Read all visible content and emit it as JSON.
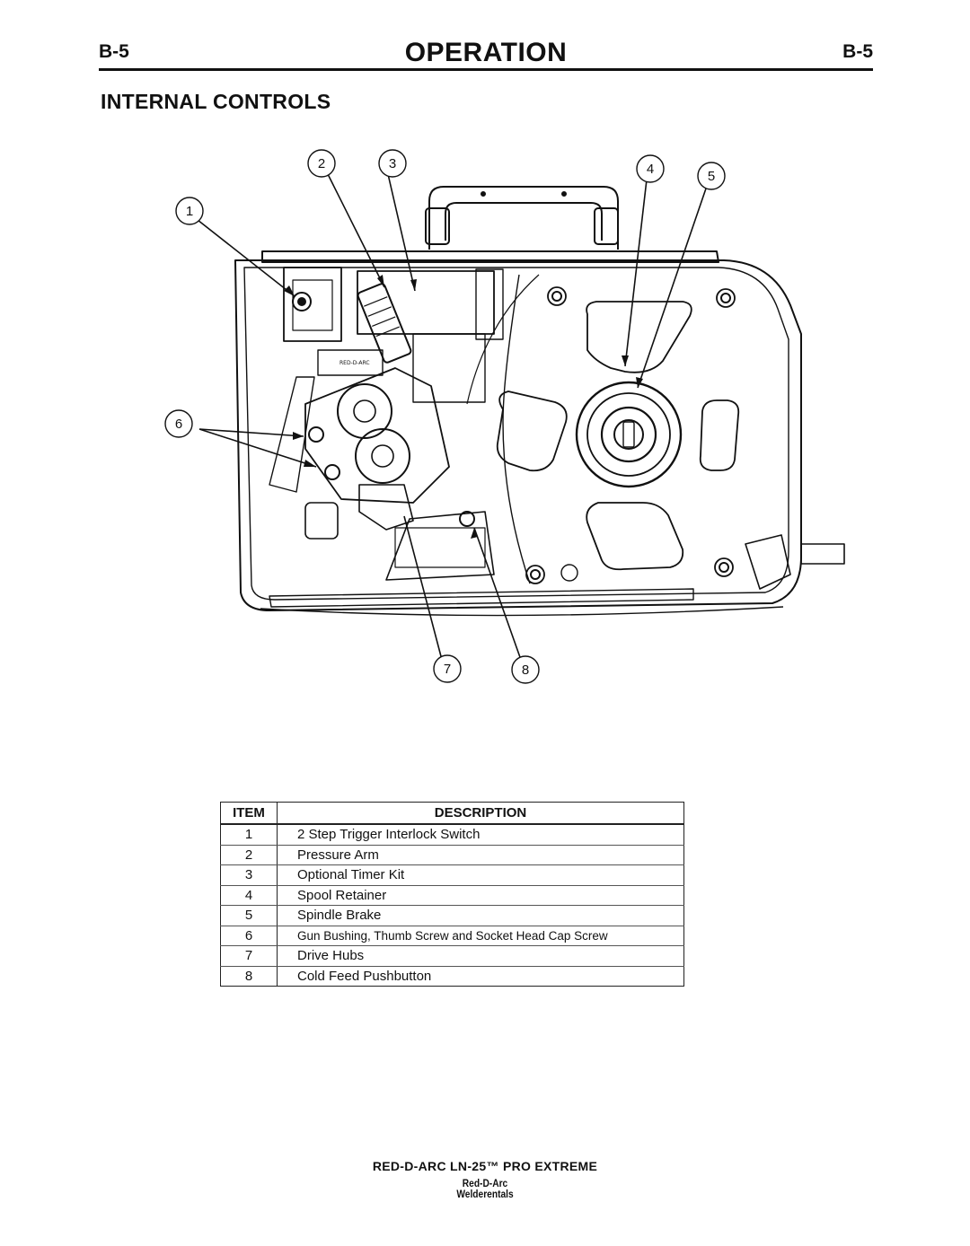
{
  "header": {
    "page_code_left": "B-5",
    "title": "OPERATION",
    "page_code_right": "B-5"
  },
  "section": {
    "title": "INTERNAL CONTROLS"
  },
  "diagram": {
    "callouts": [
      "1",
      "2",
      "3",
      "4",
      "5",
      "6",
      "7",
      "8"
    ],
    "label_text": "RED-D-ARC"
  },
  "table": {
    "headers": {
      "item": "ITEM",
      "description": "DESCRIPTION"
    },
    "rows": [
      {
        "item": "1",
        "description": "2 Step Trigger Interlock Switch"
      },
      {
        "item": "2",
        "description": "Pressure Arm"
      },
      {
        "item": "3",
        "description": "Optional Timer Kit"
      },
      {
        "item": "4",
        "description": "Spool Retainer"
      },
      {
        "item": "5",
        "description": "Spindle Brake"
      },
      {
        "item": "6",
        "description": "Gun Bushing, Thumb Screw and Socket Head Cap Screw"
      },
      {
        "item": "7",
        "description": "Drive Hubs"
      },
      {
        "item": "8",
        "description": "Cold Feed Pushbutton"
      }
    ]
  },
  "footer": {
    "model": "RED-D-ARC LN-25™ PRO EXTREME",
    "logo_line1": "Red-D-Arc",
    "logo_line2": "Welderentals"
  }
}
